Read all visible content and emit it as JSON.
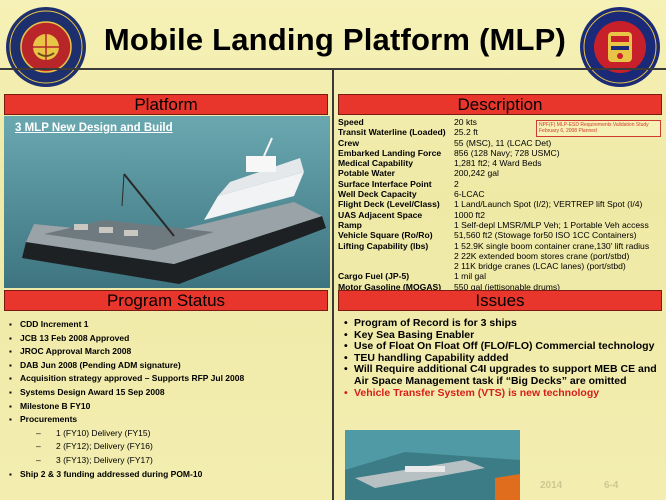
{
  "title": "Mobile Landing Platform (MLP)",
  "sections": {
    "platform": "Platform",
    "description": "Description",
    "program_status": "Program Status",
    "issues": "Issues"
  },
  "seals": {
    "left_text": "DEPARTMENT OF THE NAVY · UNITED STATES MARINE CORPS",
    "right_text": "MARINE CORPS COMBAT DEVELOPMENT COMMAND"
  },
  "platform_caption": "3 MLP New Design and Build",
  "stamp_text": "NPF(F) MLP-ESD Requirements Validation Study February 6, 2008 Planned",
  "description_rows": [
    {
      "k": "Speed",
      "v": "20  kts"
    },
    {
      "k": "Transit Waterline (Loaded)",
      "v": "25.2 ft"
    },
    {
      "k": "Crew",
      "v": "55 (MSC), 11 (LCAC Det)"
    },
    {
      "k": "Embarked Landing Force",
      "v": "856 (128 Navy; 728 USMC)"
    },
    {
      "k": "Medical Capability",
      "v": "1,281 ft2; 4 Ward Beds"
    },
    {
      "k": "Potable Water",
      "v": "200,242 gal"
    },
    {
      "k": "Surface Interface Point",
      "v": "2"
    },
    {
      "k": "Well Deck Capacity",
      "v": "6-LCAC"
    },
    {
      "k": "Flight Deck (Level/Class)",
      "v": "1 Land/Launch Spot (I/2); VERTREP lift Spot (I/4)"
    },
    {
      "k": "UAS Adjacent Space",
      "v": "1000 ft2"
    },
    {
      "k": "Ramp",
      "v": "1 Self-depl LMSR/MLP Veh; 1 Portable Veh access"
    },
    {
      "k": "Vehicle Square (Ro/Ro)",
      "v": "51,560 ft2 (Stowage for50 ISO 1CC Containers)"
    },
    {
      "k": "Lifting Capability (lbs)",
      "v": "1 52.9K single boom container crane,130' lift radius"
    },
    {
      "k": "",
      "v": "2 22K extended boom stores crane (port/stbd)"
    },
    {
      "k": "",
      "v": "2 11K bridge cranes (LCAC lanes) (port/stbd)"
    },
    {
      "k": "Cargo Fuel (JP-5)",
      "v": "1 mil gal"
    },
    {
      "k": "Motor Gasoline (MOGAS)",
      "v": "550 gal (jettisonable drums)"
    }
  ],
  "program_status": [
    {
      "t": "CDD Increment 1",
      "sub": false
    },
    {
      "t": "JCB 13 Feb 2008  Approved",
      "sub": false
    },
    {
      "t": "JROC Approval March 2008",
      "sub": false
    },
    {
      "t": "DAB Jun 2008 (Pending ADM signature)",
      "sub": false
    },
    {
      "t": "Acquisition strategy approved – Supports RFP Jul 2008",
      "sub": false
    },
    {
      "t": "Systems Design Award 15 Sep 2008",
      "sub": false
    },
    {
      "t": "Milestone B FY10",
      "sub": false
    },
    {
      "t": "Procurements",
      "sub": false
    },
    {
      "t": "1 (FY10) Delivery (FY15)",
      "sub": true
    },
    {
      "t": "2 (FY12); Delivery (FY16)",
      "sub": true
    },
    {
      "t": "3 (FY13); Delivery (FY17)",
      "sub": true
    },
    {
      "t": "Ship 2 & 3 funding addressed during POM-10",
      "sub": false
    }
  ],
  "issues": [
    {
      "t": "Program of Record is for 3 ships",
      "red": false
    },
    {
      "t": "Key Sea Basing Enabler",
      "red": false
    },
    {
      "t": "Use of Float On Float Off (FLO/FLO) Commercial technology",
      "red": false
    },
    {
      "t": "TEU handling Capability added",
      "red": false
    },
    {
      "t": "Will Require additional C4I upgrades to support MEB CE and Air Space Management task if “Big Decks” are omitted",
      "red": false
    },
    {
      "t": "Vehicle Transfer System (VTS) is new technology",
      "red": true
    }
  ],
  "footer": {
    "year": "2014",
    "page": "6-4"
  },
  "colors": {
    "header_red": "#e9362c",
    "issue_red": "#d61e16",
    "background": "#f6f1b6"
  }
}
